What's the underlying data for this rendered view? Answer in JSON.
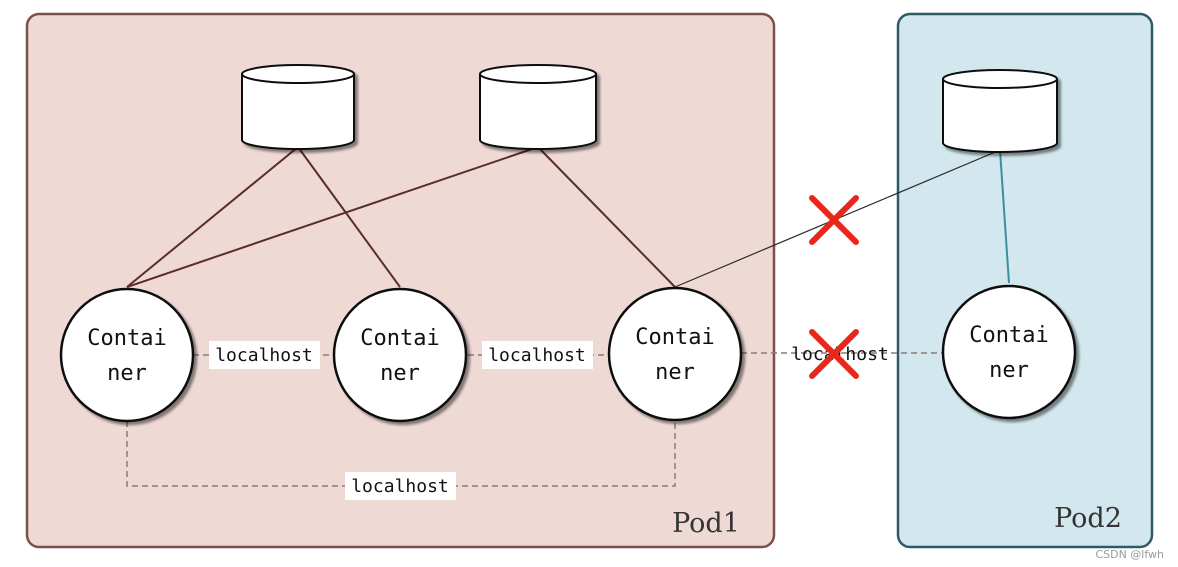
{
  "pods": [
    {
      "label": "Pod1",
      "background": "#efd9d5",
      "border": "#7a5148"
    },
    {
      "label": "Pod2",
      "background": "#d2e7ee",
      "border": "#2e5a66"
    }
  ],
  "containers": [
    {
      "line1": "Contai",
      "line2": "ner"
    },
    {
      "line1": "Contai",
      "line2": "ner"
    },
    {
      "line1": "Contai",
      "line2": "ner"
    },
    {
      "line1": "Contai",
      "line2": "ner"
    }
  ],
  "links": {
    "localhost_1_2": "localhost",
    "localhost_2_3": "localhost",
    "localhost_1_3": "localhost",
    "localhost_cross_pod": "localhost"
  },
  "colors": {
    "volume_line": "#5a2e26",
    "pod2_line": "#3f8e9a",
    "cross_line": "#2b2b2b",
    "x_mark": "#e8271b",
    "dashed": "#8a7a76"
  },
  "watermark": "CSDN @lfwh"
}
